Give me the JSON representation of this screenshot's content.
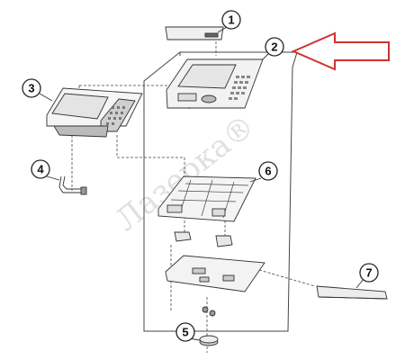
{
  "watermark_text": "Лазерка®",
  "callouts": [
    {
      "id": "1",
      "label": "1"
    },
    {
      "id": "2",
      "label": "2"
    },
    {
      "id": "3",
      "label": "3"
    },
    {
      "id": "4",
      "label": "4"
    },
    {
      "id": "5",
      "label": "5"
    },
    {
      "id": "6",
      "label": "6"
    },
    {
      "id": "7",
      "label": "7"
    }
  ],
  "colors": {
    "arrow": "#d0312d",
    "line": "#333333",
    "panel_fill": "#f2f2f2",
    "screen_fill": "#e6e6e6"
  },
  "icons": {
    "pointer": "red-outline-arrow-icon"
  }
}
